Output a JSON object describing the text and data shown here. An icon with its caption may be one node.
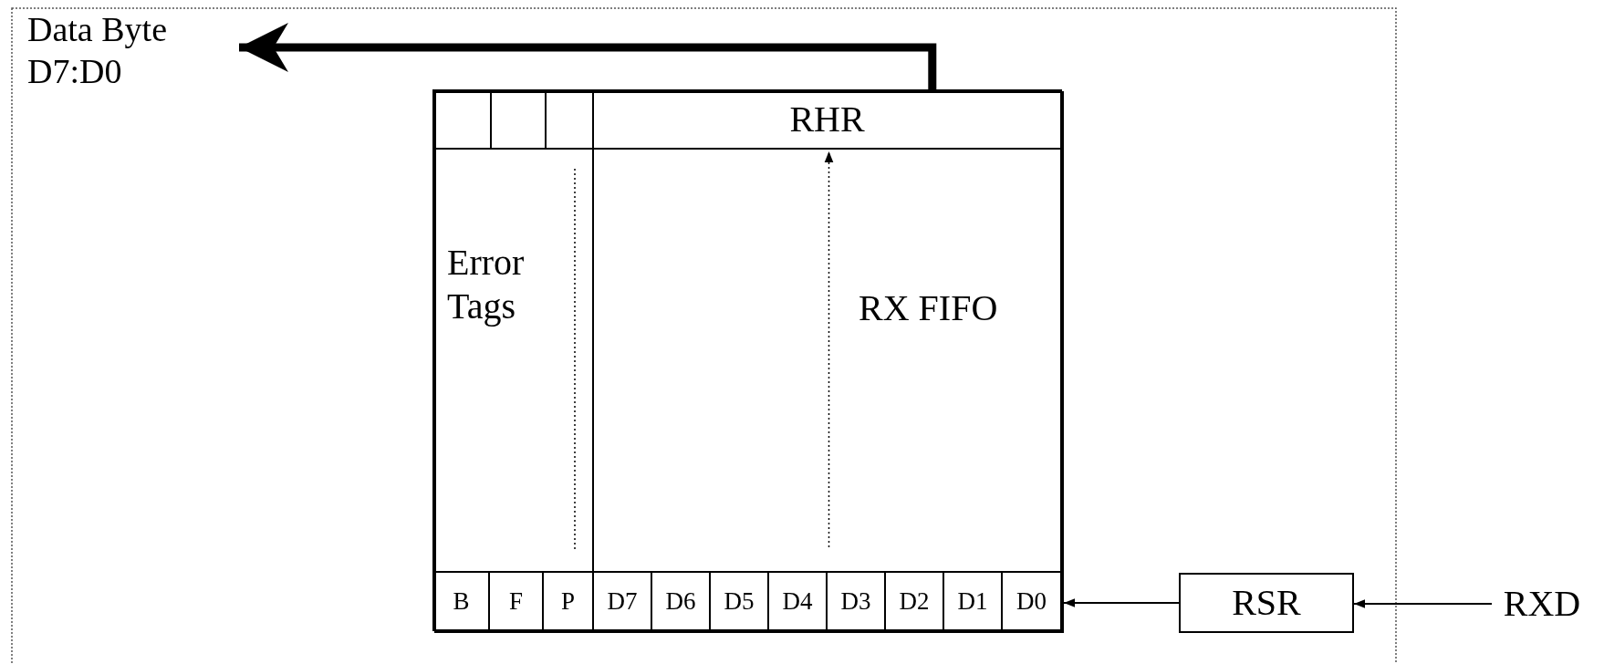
{
  "diagram": {
    "nodes": [
      {
        "text": [
          "Data Byte D7:D0"
        ]
      },
      {
        "text": [],
        "shape": "box"
      },
      {
        "text": [],
        "shape": "box",
        "in": 1
      },
      {
        "text": [],
        "shape": "box",
        "in": 1
      },
      {
        "text": [],
        "shape": "box",
        "in": 1
      },
      {
        "text": [
          "RHR"
        ],
        "in": 1
      },
      {
        "text": [
          "Error Tags"
        ],
        "in": 1
      },
      {
        "text": [
          "RX FIFO"
        ],
        "in": 1
      },
      {
        "text": [
          "B"
        ],
        "in": 1
      },
      {
        "text": [
          "F"
        ],
        "in": 1
      },
      {
        "text": [
          "P"
        ],
        "in": 1
      },
      {
        "text": [
          "D7"
        ],
        "in": 1
      },
      {
        "text": [
          "D6"
        ],
        "in": 1
      },
      {
        "text": [
          "D5"
        ],
        "in": 1
      },
      {
        "text": [
          "D4"
        ],
        "in": 1
      },
      {
        "text": [
          "D3"
        ],
        "in": 1
      },
      {
        "text": [
          "D2"
        ],
        "in": 1
      },
      {
        "text": [
          "D1"
        ],
        "in": 1
      },
      {
        "text": [
          "D0"
        ],
        "in": 1
      },
      {
        "text": [
          "RSR"
        ]
      },
      {
        "text": [
          "RXD"
        ]
      }
    ],
    "edges": [
      {
        "from": 5,
        "to": 0,
        "arrow": "to",
        "style": "thick"
      },
      {
        "from": 7,
        "to": 5,
        "arrow": "to",
        "style": "dashed"
      },
      {
        "from": 19,
        "to": 18,
        "arrow": "to"
      },
      {
        "from": 20,
        "to": 19,
        "arrow": "to"
      }
    ]
  }
}
